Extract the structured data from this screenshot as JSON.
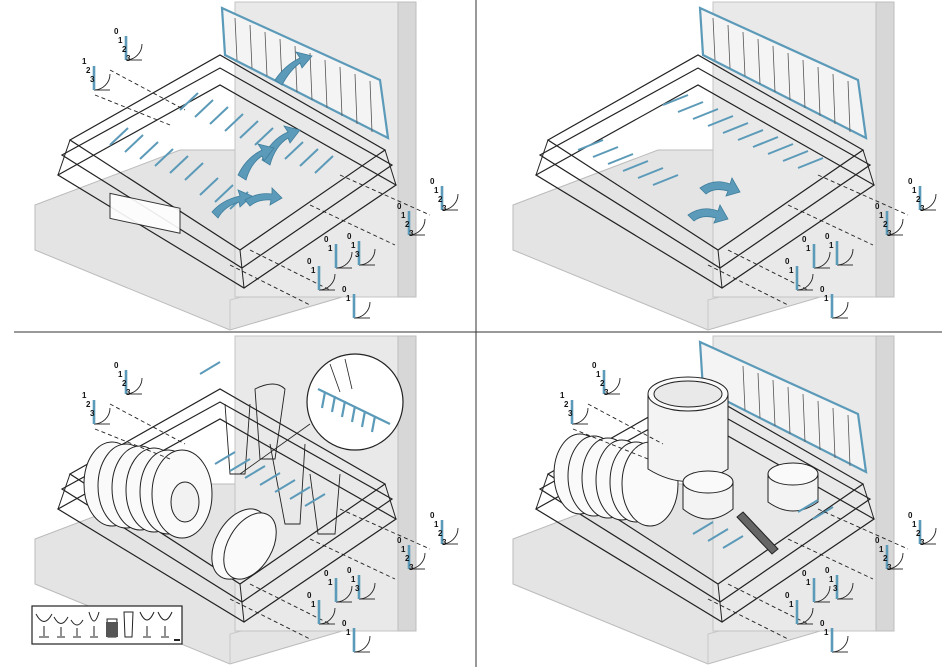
{
  "panels": [
    {
      "id": "top-left",
      "description": "Lower basket with folding tine rows (folding motion arrows)",
      "labels_left": [
        [
          "1",
          "2",
          "3"
        ],
        [
          "0",
          "1",
          "2",
          "3"
        ]
      ],
      "labels_right_front": [
        [
          "0",
          "1",
          "2",
          "3"
        ],
        [
          "0",
          "1",
          "2",
          "3"
        ]
      ],
      "labels_bottom": [
        [
          "0",
          "1"
        ],
        [
          "0",
          "1"
        ],
        [
          "0",
          "1",
          "3"
        ],
        [
          "0",
          "1"
        ]
      ]
    },
    {
      "id": "top-right",
      "description": "Lower basket with tine rows folded down",
      "labels_right_front": [
        [
          "0",
          "1",
          "2",
          "3"
        ],
        [
          "0",
          "1",
          "2",
          "3"
        ]
      ],
      "labels_bottom": [
        [
          "0",
          "1"
        ],
        [
          "0",
          "1"
        ],
        [
          "0",
          "1"
        ],
        [
          "0",
          "1"
        ]
      ]
    },
    {
      "id": "bottom-left",
      "description": "Basket loaded with plates and glass holder (inset detail)",
      "labels_left": [
        [
          "1",
          "2",
          "3"
        ],
        [
          "0",
          "1",
          "2",
          "3"
        ]
      ],
      "labels_right_front": [
        [
          "0",
          "1",
          "2",
          "3"
        ],
        [
          "0",
          "1",
          "2",
          "3"
        ]
      ],
      "labels_bottom": [
        [
          "0",
          "1"
        ],
        [
          "0",
          "1"
        ],
        [
          "0",
          "1",
          "3"
        ],
        [
          "0",
          "1"
        ]
      ],
      "glass_legend": {
        "glass_types": 8,
        "icons": [
          "wine-glass-icon",
          "wine-glass-icon",
          "wine-glass-icon",
          "champagne-flute-icon",
          "tumbler-icon",
          "tall-glass-icon",
          "beer-glass-icon",
          "flute-icon"
        ]
      }
    },
    {
      "id": "bottom-right",
      "description": "Basket loaded with plates, large pot and saucepans",
      "labels_left": [
        [
          "1",
          "2",
          "3"
        ],
        [
          "0",
          "1",
          "2",
          "3"
        ]
      ],
      "labels_right_front": [
        [
          "0",
          "1",
          "2",
          "3"
        ],
        [
          "0",
          "1",
          "2",
          "3"
        ]
      ],
      "labels_bottom": [
        [
          "0",
          "1"
        ],
        [
          "0",
          "1"
        ],
        [
          "0",
          "1",
          "3"
        ],
        [
          "0",
          "1"
        ]
      ]
    }
  ],
  "colors": {
    "accent_blue": "#5b9ab8",
    "outline": "#222222",
    "appliance_gray": "#e4e4e4",
    "appliance_shadow": "#c9c9c9",
    "divider": "#333333"
  }
}
